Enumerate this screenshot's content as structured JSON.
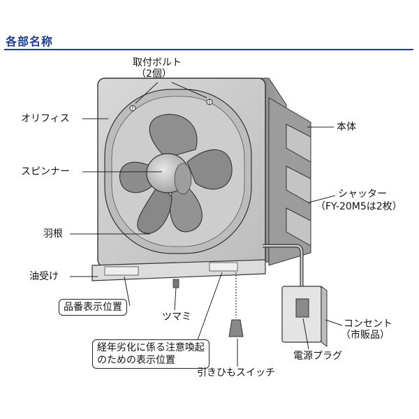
{
  "section_title": "各部名称",
  "labels": {
    "mounting_bolt": "取付ボルト",
    "mounting_bolt_note": "（2個）",
    "orifice": "オリフィス",
    "spinner": "スピンナー",
    "blade": "羽根",
    "oil_tray": "油受け",
    "product_number_position": "品番表示位置",
    "knob": "ツマミ",
    "aging_notice_line1": "経年劣化に係る注意喚起",
    "aging_notice_line2": "のための表示位置",
    "pull_switch": "引きひもスイッチ",
    "body": "本体",
    "shutter": "シャッター",
    "shutter_note": "（FY-20M5は2枚）",
    "outlet": "コンセント",
    "outlet_note": "（市販品）",
    "power_plug": "電源プラグ"
  },
  "colors": {
    "title_blue": "#1a3aa8",
    "metal_light": "#cfcfcf",
    "metal_mid": "#a9a9a9",
    "metal_dark": "#7d7d7d",
    "blade_gray": "#8e8e8e"
  }
}
